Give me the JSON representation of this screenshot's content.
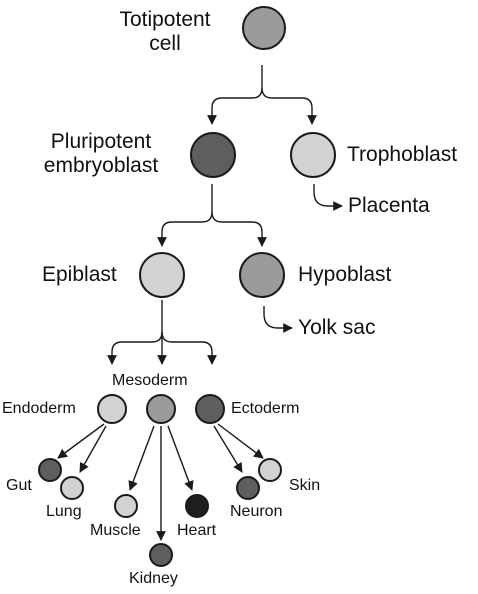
{
  "labels": {
    "totipotent": "Totipotent cell",
    "pluripotent": "Pluripotent embryoblast",
    "trophoblast": "Trophoblast",
    "placenta": "Placenta",
    "epiblast": "Epiblast",
    "hypoblast": "Hypoblast",
    "yolk_sac": "Yolk sac",
    "mesoderm": "Mesoderm",
    "endoderm": "Endoderm",
    "ectoderm": "Ectoderm",
    "gut": "Gut",
    "lung": "Lung",
    "muscle": "Muscle",
    "heart": "Heart",
    "kidney": "Kidney",
    "neuron": "Neuron",
    "skin": "Skin"
  },
  "colors": {
    "light": "#d2d2d2",
    "medium": "#9b9b9b",
    "dark": "#5e5e5e",
    "black": "#1e1e1e"
  }
}
